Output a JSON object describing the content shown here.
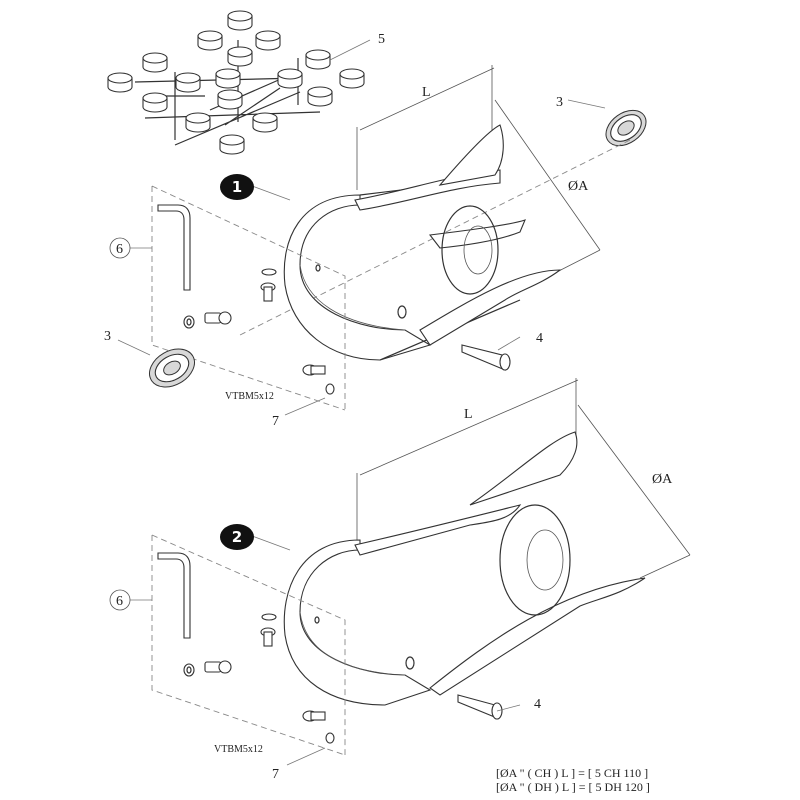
{
  "callouts": {
    "mesh_bearing": "5",
    "bearing_top": "3",
    "bearing_left": "3",
    "allen_key_top": "6",
    "allen_key_bottom": "6",
    "valve_top": "4",
    "valve_bottom": "4",
    "washer_top": "7",
    "washer_bottom": "7"
  },
  "badges": {
    "assembly_1": "1",
    "assembly_2": "2"
  },
  "dimensions": {
    "length_top": "L",
    "diameter_top": "ØA",
    "length_bottom": "L",
    "diameter_bottom": "ØA"
  },
  "screw_codes": {
    "top": "VTBM5x12",
    "bottom": "VTBM5x12"
  },
  "legend": {
    "line1": "[ØA \" ( CH ) L ] = [ 5 CH 110 ]",
    "line2": "[ØA \" ( DH ) L ] = [ 5 DH 120 ]"
  }
}
